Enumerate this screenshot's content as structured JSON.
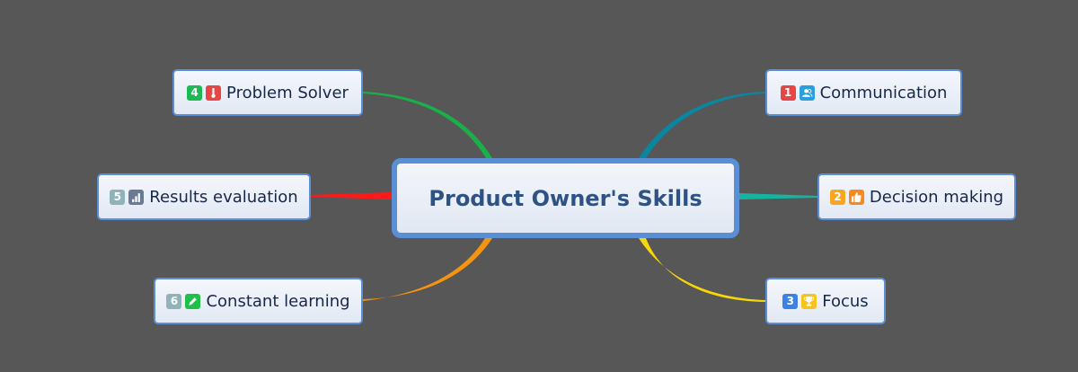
{
  "canvas": {
    "background": "#575757"
  },
  "central": {
    "label": "Product Owner's Skills",
    "border": "#5a8fd6",
    "text_color": "#2e5283"
  },
  "nodes": [
    {
      "id": "problem-solver",
      "label": "Problem Solver",
      "priority": "4",
      "priority_color": "#1db954",
      "icon": "thermometer-icon",
      "icon_color": "#e84545",
      "connector_color": "#19b04a",
      "side": "left"
    },
    {
      "id": "results-evaluation",
      "label": "Results evaluation",
      "priority": "5",
      "priority_color": "#8fb3b8",
      "icon": "bar-chart-icon",
      "icon_color": "#6b7a94",
      "connector_color": "#ff1a1a",
      "side": "left"
    },
    {
      "id": "constant-learning",
      "label": "Constant learning",
      "priority": "6",
      "priority_color": "#8fb3b8",
      "icon": "pencil-icon",
      "icon_color": "#1fbf4a",
      "connector_color": "#f7940f",
      "side": "left"
    },
    {
      "id": "communication",
      "label": "Communication",
      "priority": "1",
      "priority_color": "#e84545",
      "icon": "people-icon",
      "icon_color": "#2a9fe0",
      "connector_color": "#0b86a0",
      "side": "right"
    },
    {
      "id": "decision-making",
      "label": "Decision making",
      "priority": "2",
      "priority_color": "#f6a623",
      "icon": "thumbs-up-icon",
      "icon_color": "#f68a1f",
      "connector_color": "#16b3a0",
      "side": "right"
    },
    {
      "id": "focus",
      "label": "Focus",
      "priority": "3",
      "priority_color": "#3b82e8",
      "icon": "trophy-icon",
      "icon_color": "#f7c21b",
      "connector_color": "#f7d708",
      "side": "right"
    }
  ]
}
